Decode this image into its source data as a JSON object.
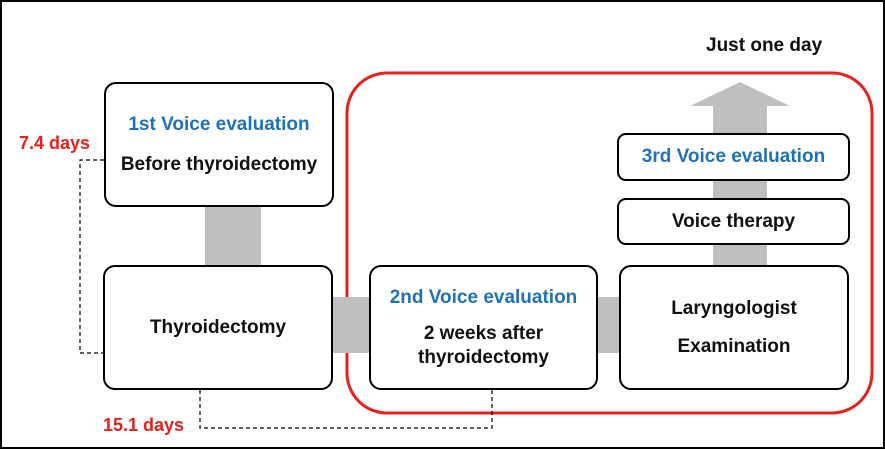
{
  "top_label": "Just one day",
  "box1": {
    "title": "1st Voice evaluation",
    "subtitle": "Before thyroidectomy"
  },
  "box_thyroidectomy": {
    "label": "Thyroidectomy"
  },
  "box2": {
    "title": "2nd Voice evaluation",
    "line1": "2 weeks after",
    "line2": "thyroidectomy"
  },
  "box_laryngologist": {
    "line1": "Laryngologist",
    "line2": "Examination"
  },
  "box_voice_therapy": {
    "label": "Voice therapy"
  },
  "box3": {
    "title": "3rd Voice evaluation"
  },
  "interval_1": "7.4 days",
  "interval_2": "15.1 days",
  "colors": {
    "accent_blue": "#1f72b8",
    "highlight_red": "#e8201c",
    "connector_gray": "#bfbfbf"
  }
}
